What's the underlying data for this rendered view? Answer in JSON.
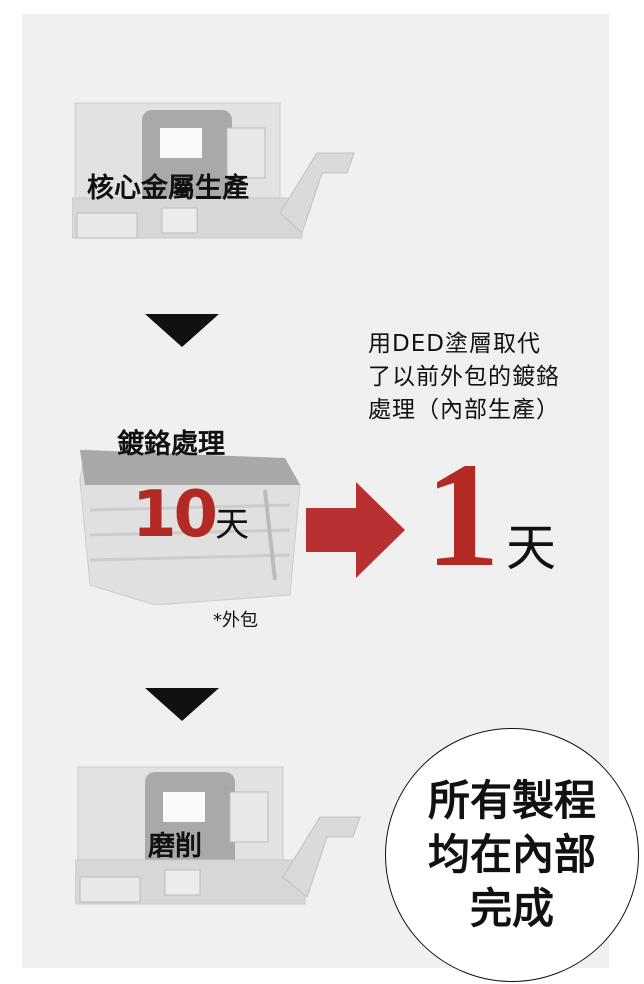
{
  "steps": [
    {
      "label": "核心金屬生產"
    },
    {
      "label": "鍍鉻處理",
      "days_number": "10",
      "days_unit": "天",
      "note": "*外包"
    },
    {
      "label": "磨削"
    }
  ],
  "replacement": {
    "lines": [
      "用DED塗層取代",
      "了以前外包的鍍鉻",
      "處理（內部生產）"
    ],
    "days_number": "1",
    "days_unit": "天"
  },
  "badge": {
    "lines": [
      "所有製程",
      "均在內部",
      "完成"
    ]
  },
  "colors": {
    "accent": "#b22a23",
    "arrow": "#b83030",
    "panel": "#f0f0f0"
  }
}
